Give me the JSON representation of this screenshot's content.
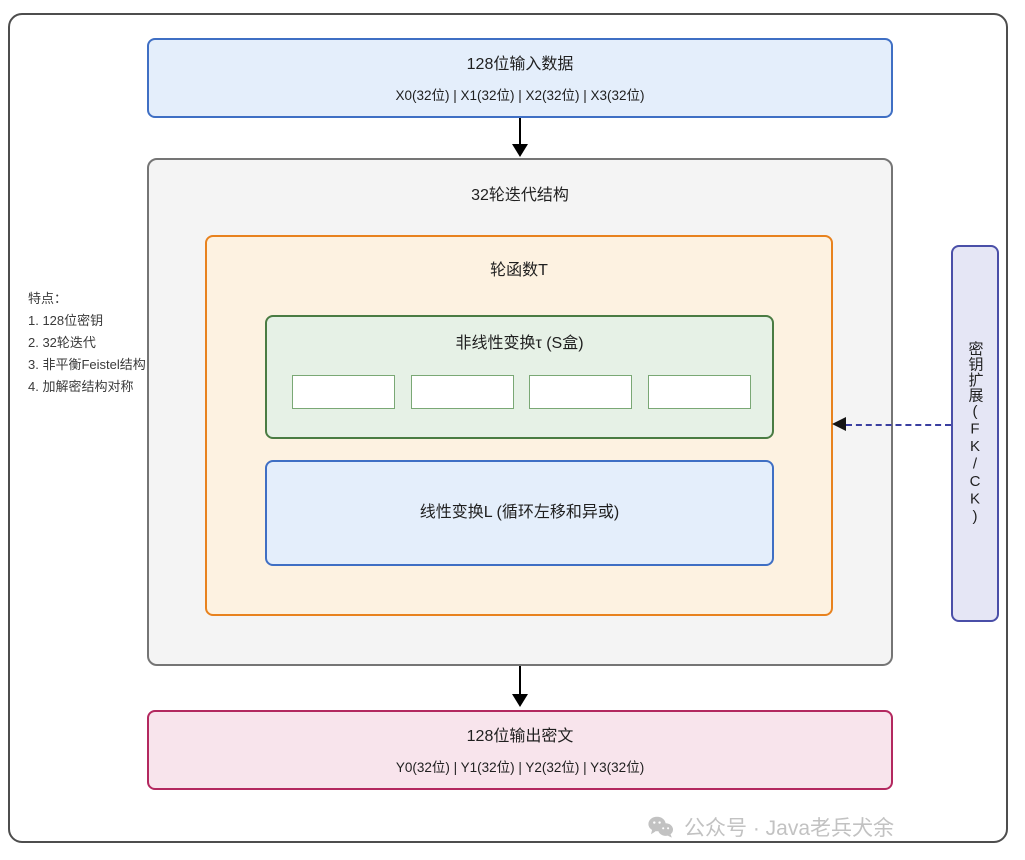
{
  "diagram": {
    "input": {
      "title": "128位输入数据",
      "subtitle": "X0(32位) | X1(32位) | X2(32位) | X3(32位)"
    },
    "rounds": {
      "title": "32轮迭代结构"
    },
    "round_function": {
      "title": "轮函数T"
    },
    "sbox": {
      "title": "非线性变换τ (S盒)",
      "cells": [
        "",
        "",
        "",
        ""
      ]
    },
    "linear": {
      "title": "线性变换L (循环左移和异或)"
    },
    "output": {
      "title": "128位输出密文",
      "subtitle": "Y0(32位) | Y1(32位) | Y2(32位) | Y3(32位)"
    },
    "key_expansion": {
      "label": "密钥扩展(FK/CK)"
    },
    "features": {
      "heading": "特点：",
      "items": [
        "1. 128位密钥",
        "2. 32轮迭代",
        "3. 非平衡Feistel结构",
        "4. 加解密结构对称"
      ]
    }
  },
  "watermark": {
    "icon": "wechat-icon",
    "text": "公众号 · Java老兵犬余"
  },
  "colors": {
    "input_border": "#3f6fc4",
    "input_fill": "#e4eefb",
    "rounds_border": "#757575",
    "rounds_fill": "#f4f4f4",
    "roundfn_border": "#e8821e",
    "roundfn_fill": "#fdf2e1",
    "sbox_border": "#4a7c43",
    "sbox_fill": "#e6f1e6",
    "output_border": "#b3285f",
    "output_fill": "#f8e4ec",
    "key_border": "#4a4fa8",
    "key_fill": "#e5e6f5",
    "frame_border": "#4d4d4d"
  }
}
